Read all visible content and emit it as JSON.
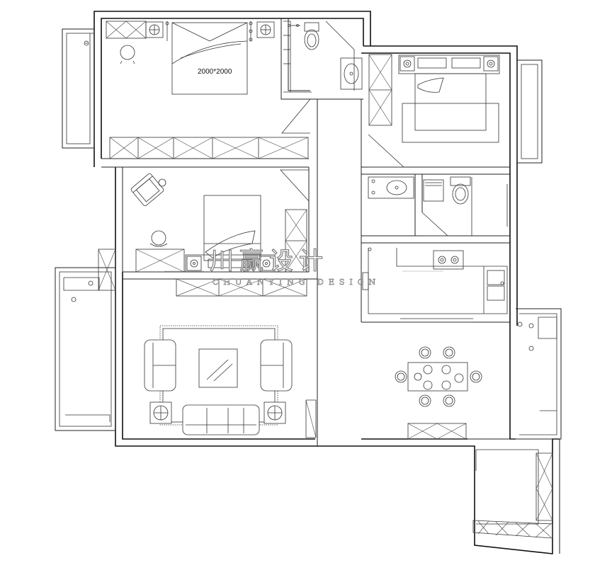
{
  "plan": {
    "bed_size_label": "2000*2000"
  },
  "watermark": {
    "main": "川赢设计",
    "sub": "CHUANYING DESIGN"
  }
}
